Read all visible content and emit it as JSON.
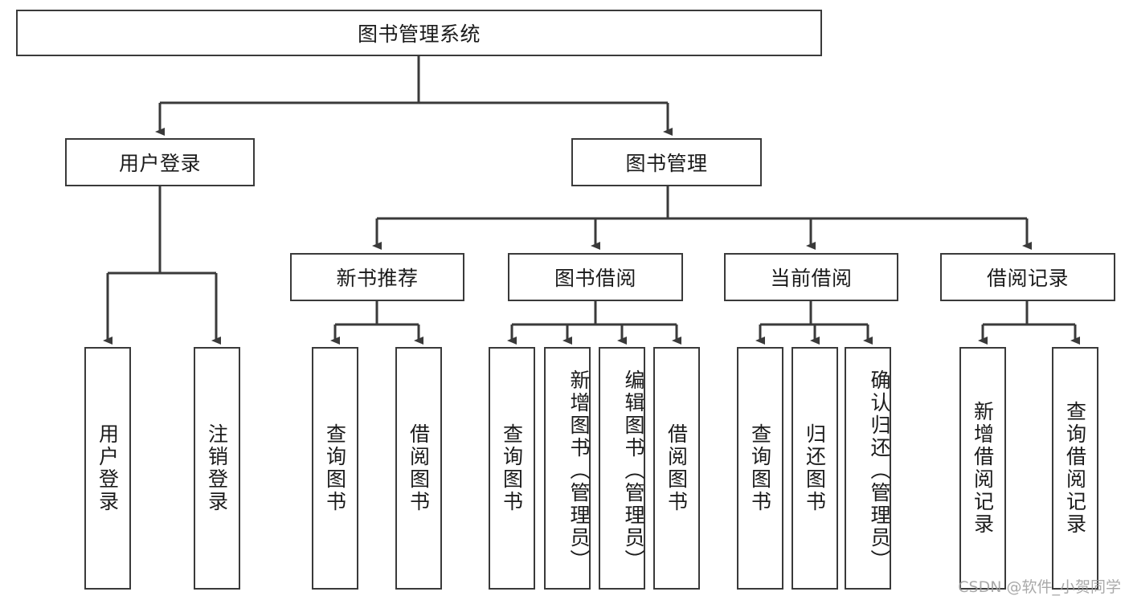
{
  "diagram": {
    "type": "tree-hierarchy",
    "title_node": {
      "label": "图书管理系统"
    },
    "level2": [
      {
        "label": "用户登录"
      },
      {
        "label": "图书管理"
      }
    ],
    "level3": [
      {
        "label": "新书推荐"
      },
      {
        "label": "图书借阅"
      },
      {
        "label": "当前借阅"
      },
      {
        "label": "借阅记录"
      }
    ],
    "leaves": {
      "user_login": [
        {
          "label": "用户登录"
        },
        {
          "label": "注销登录"
        }
      ],
      "new_book_recommend": [
        {
          "label": "查询图书"
        },
        {
          "label": "借阅图书"
        }
      ],
      "book_borrow": [
        {
          "label": "查询图书"
        },
        {
          "label": "新增图书（管理员）"
        },
        {
          "label": "编辑图书（管理员）"
        },
        {
          "label": "借阅图书"
        }
      ],
      "current_borrow": [
        {
          "label": "查询图书"
        },
        {
          "label": "归还图书"
        },
        {
          "label": "确认归还（管理员）"
        }
      ],
      "borrow_record": [
        {
          "label": "新增借阅记录"
        },
        {
          "label": "查询借阅记录"
        }
      ]
    }
  },
  "watermark": {
    "text": "CSDN @软件_小贺同学"
  },
  "colors": {
    "stroke": "#3a3a3a",
    "fill": "#ffffff",
    "text": "#1b1b1b",
    "watermark": "#9b9b9b"
  }
}
